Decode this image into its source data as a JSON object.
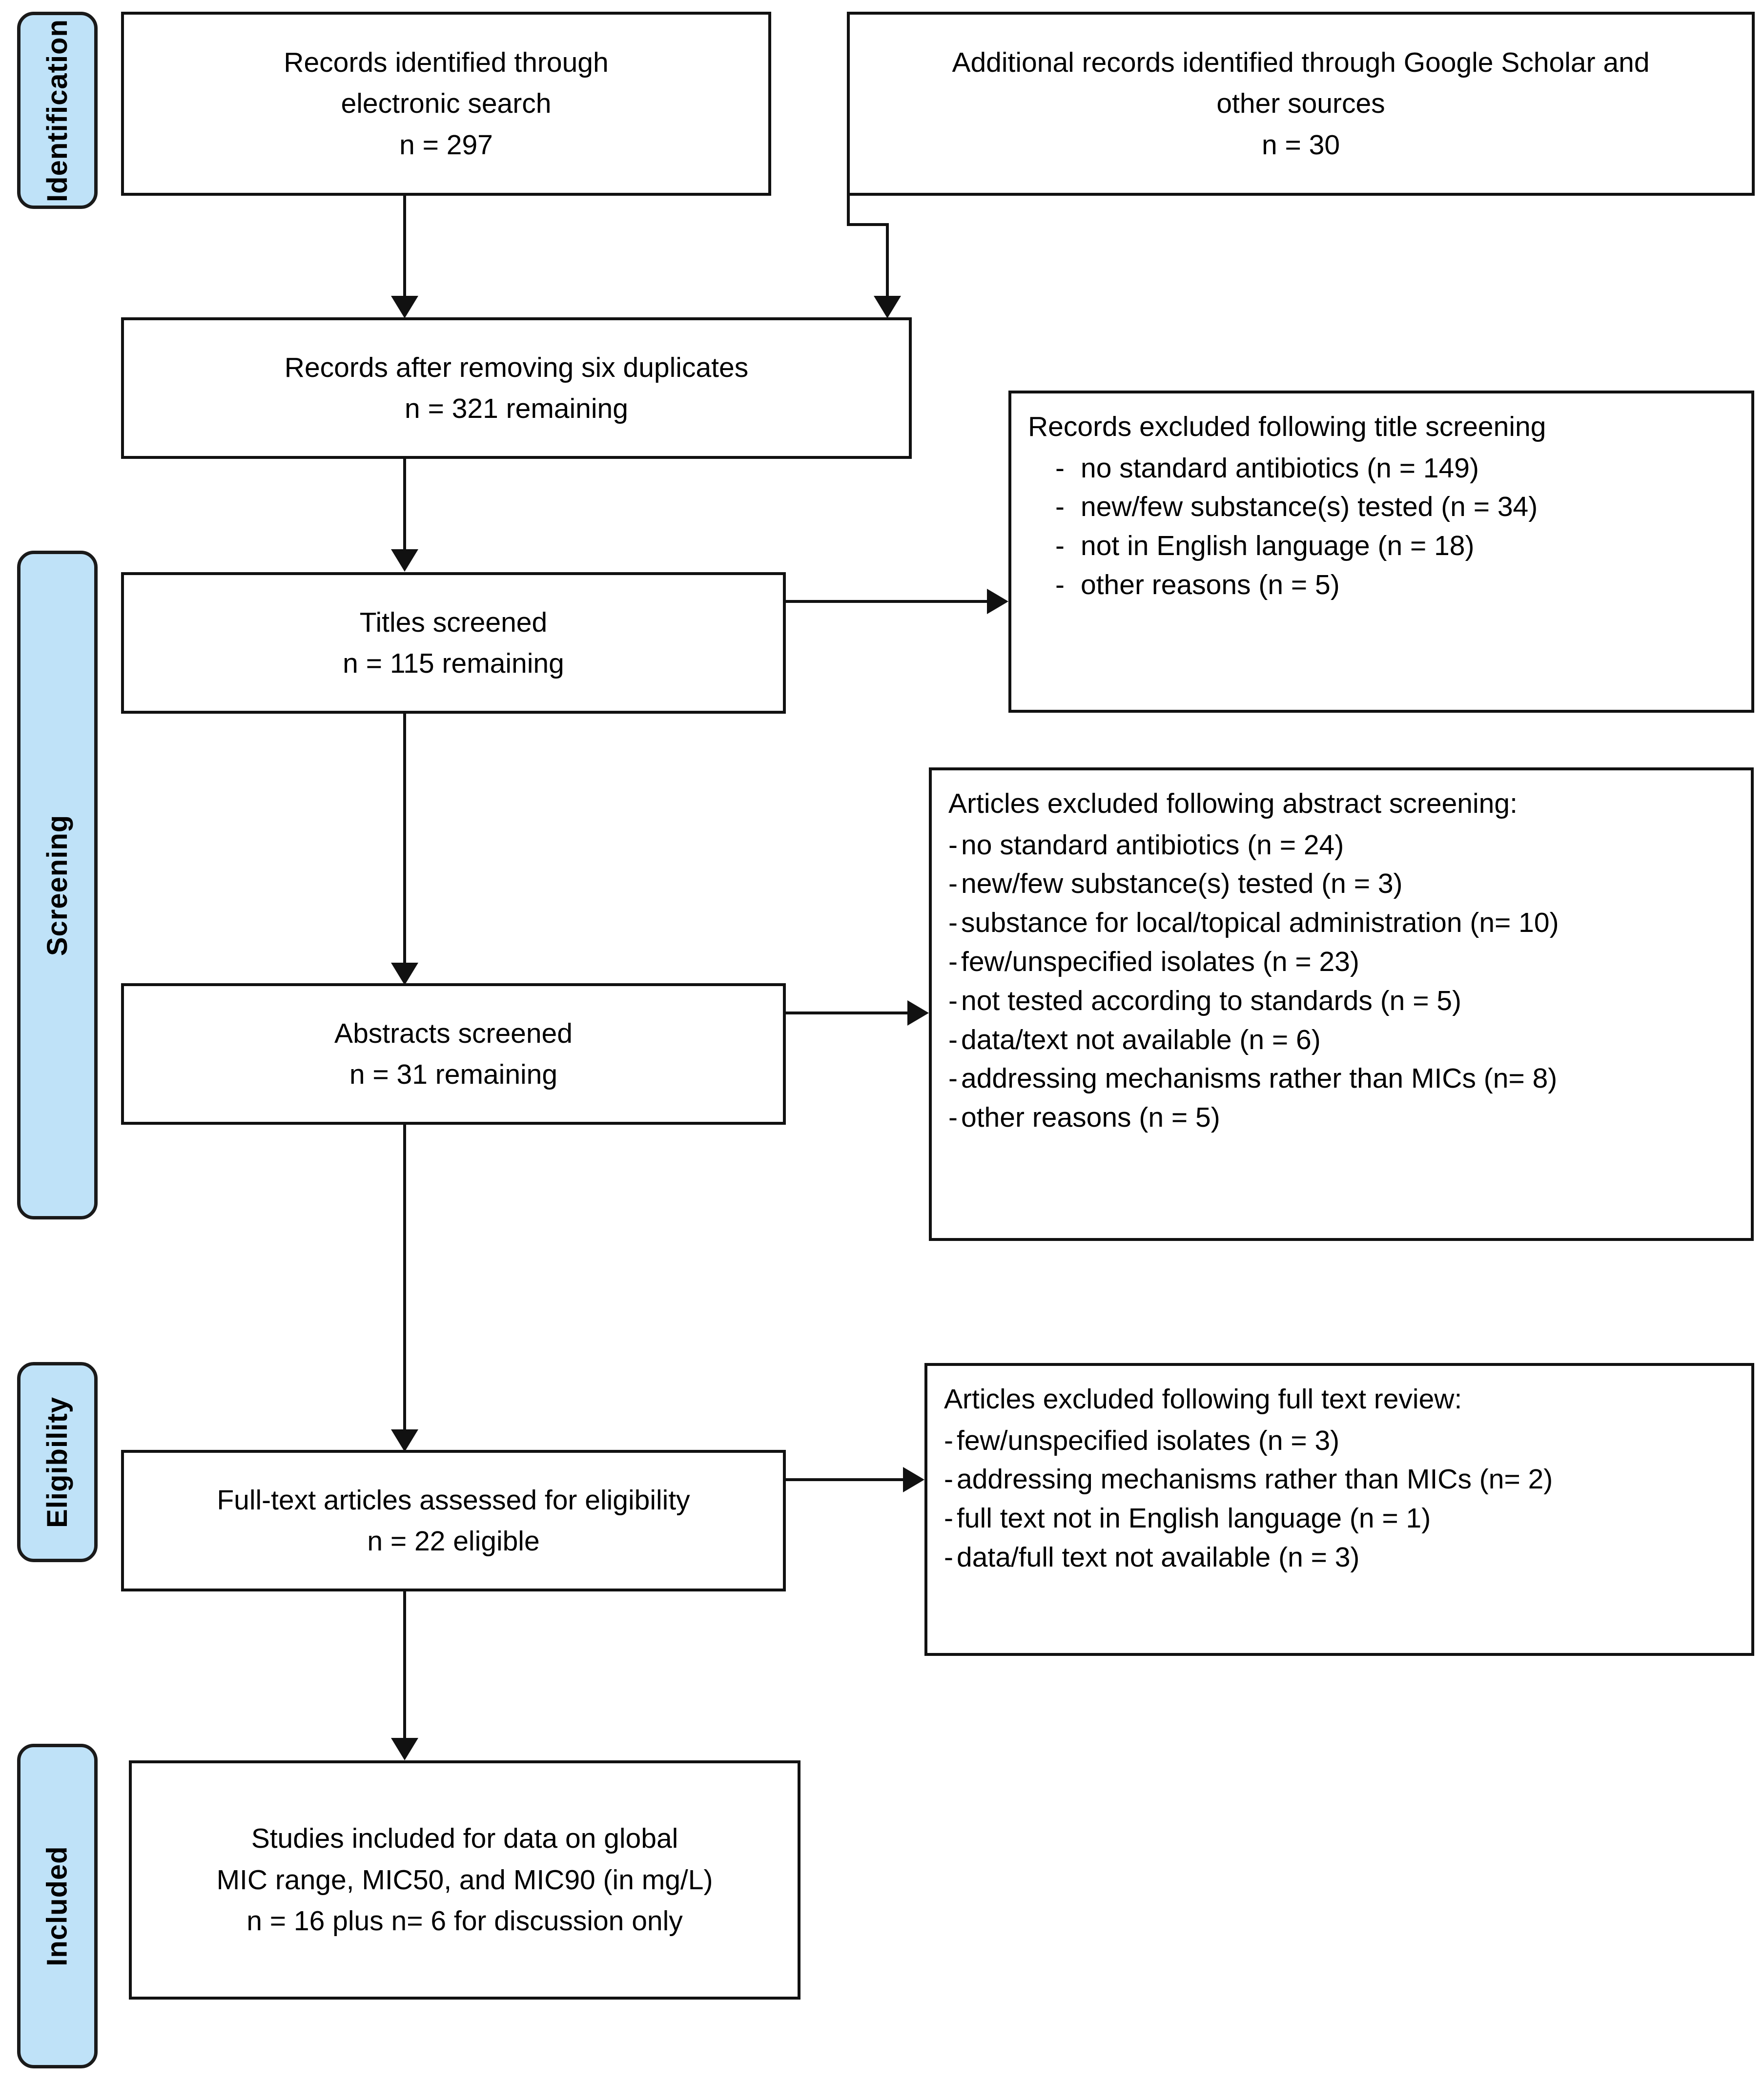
{
  "diagram": {
    "title": "PRISMA study selection flow diagram",
    "accent_blue": "#bfe2f8",
    "line_color": "#111111"
  },
  "stages": [
    {
      "key": "identification",
      "label": "Identification"
    },
    {
      "key": "screening",
      "label": "Screening"
    },
    {
      "key": "eligibility",
      "label": "Eligibility"
    },
    {
      "key": "included",
      "label": "Included"
    }
  ],
  "nodes": {
    "records_electronic": {
      "lines": [
        "Records identified through",
        "electronic search",
        "n = 297"
      ]
    },
    "records_additional": {
      "lines": [
        "Additional records identified through Google Scholar and",
        "other sources",
        "n = 30"
      ]
    },
    "records_deduplicated": {
      "lines": [
        "Records after removing six duplicates",
        "n = 321 remaining"
      ]
    },
    "titles_screened": {
      "lines": [
        "Titles screened",
        "n = 115 remaining"
      ]
    },
    "abstracts_screened": {
      "lines": [
        "Abstracts screened",
        "n = 31 remaining"
      ]
    },
    "fulltext_assessed": {
      "lines": [
        "Full-text articles assessed for eligibility",
        "n = 22 eligible"
      ]
    },
    "studies_included": {
      "lines": [
        "Studies included for data on global",
        "MIC range, MIC50, and MIC90 (in mg/L)",
        "n = 16 plus n= 6 for discussion only"
      ]
    },
    "excluded_title": {
      "heading": "Records excluded following title screening",
      "bullet_marker": "-",
      "items": [
        "no standard antibiotics (n = 149)",
        "new/few substance(s) tested (n = 34)",
        "not in English language (n = 18)",
        "other reasons (n = 5)"
      ]
    },
    "excluded_abstract": {
      "heading": "Articles excluded following abstract screening:",
      "bullet_marker": "-",
      "items": [
        "no standard antibiotics (n = 24)",
        "new/few substance(s) tested (n = 3)",
        "substance for local/topical administration (n= 10)",
        "few/unspecified isolates (n = 23)",
        "not tested according to standards (n = 5)",
        "data/text not available (n = 6)",
        "addressing mechanisms rather than MICs (n= 8)",
        "other reasons (n = 5)"
      ]
    },
    "excluded_fulltext": {
      "heading": "Articles excluded following full text review:",
      "bullet_marker": "-",
      "items": [
        "few/unspecified isolates (n = 3)",
        "addressing mechanisms rather than MICs (n= 2)",
        "full text not in English language (n = 1)",
        "data/full text not available (n = 3)"
      ]
    }
  }
}
